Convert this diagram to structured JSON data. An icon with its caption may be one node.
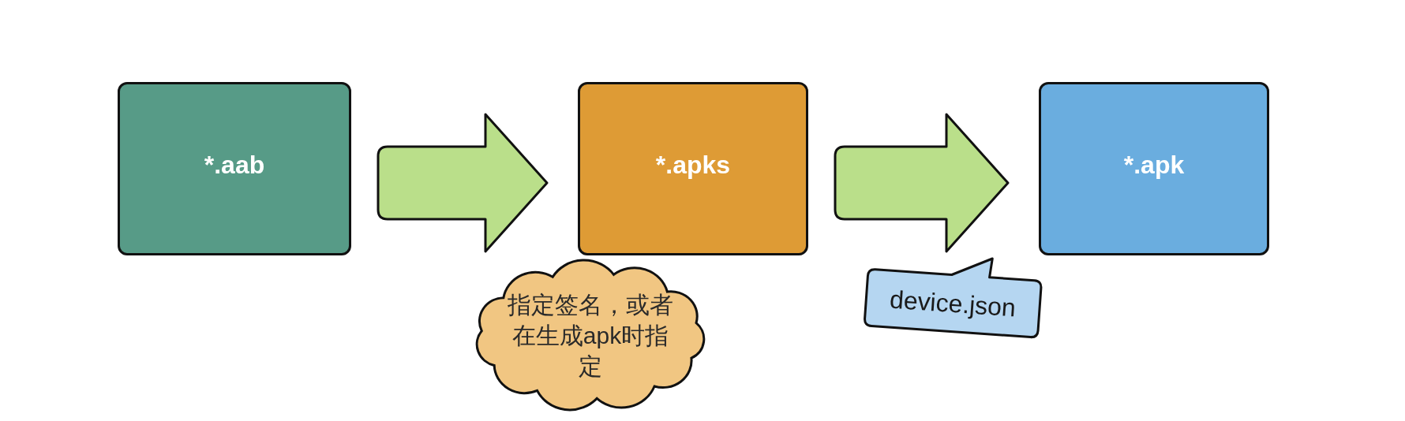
{
  "diagram": {
    "nodes": [
      {
        "text": [
          "*.aab"
        ]
      },
      {
        "text": [
          "*.apks"
        ]
      },
      {
        "text": [
          "*.apk"
        ]
      },
      {
        "text": [
          "指定签名，或者在生成apk时指定"
        ]
      },
      {
        "text": [
          "device.json"
        ]
      }
    ],
    "edges": [
      {
        "from": 0,
        "to": 1,
        "arrow": "to"
      },
      {
        "from": 1,
        "to": 2,
        "arrow": "to"
      }
    ]
  }
}
